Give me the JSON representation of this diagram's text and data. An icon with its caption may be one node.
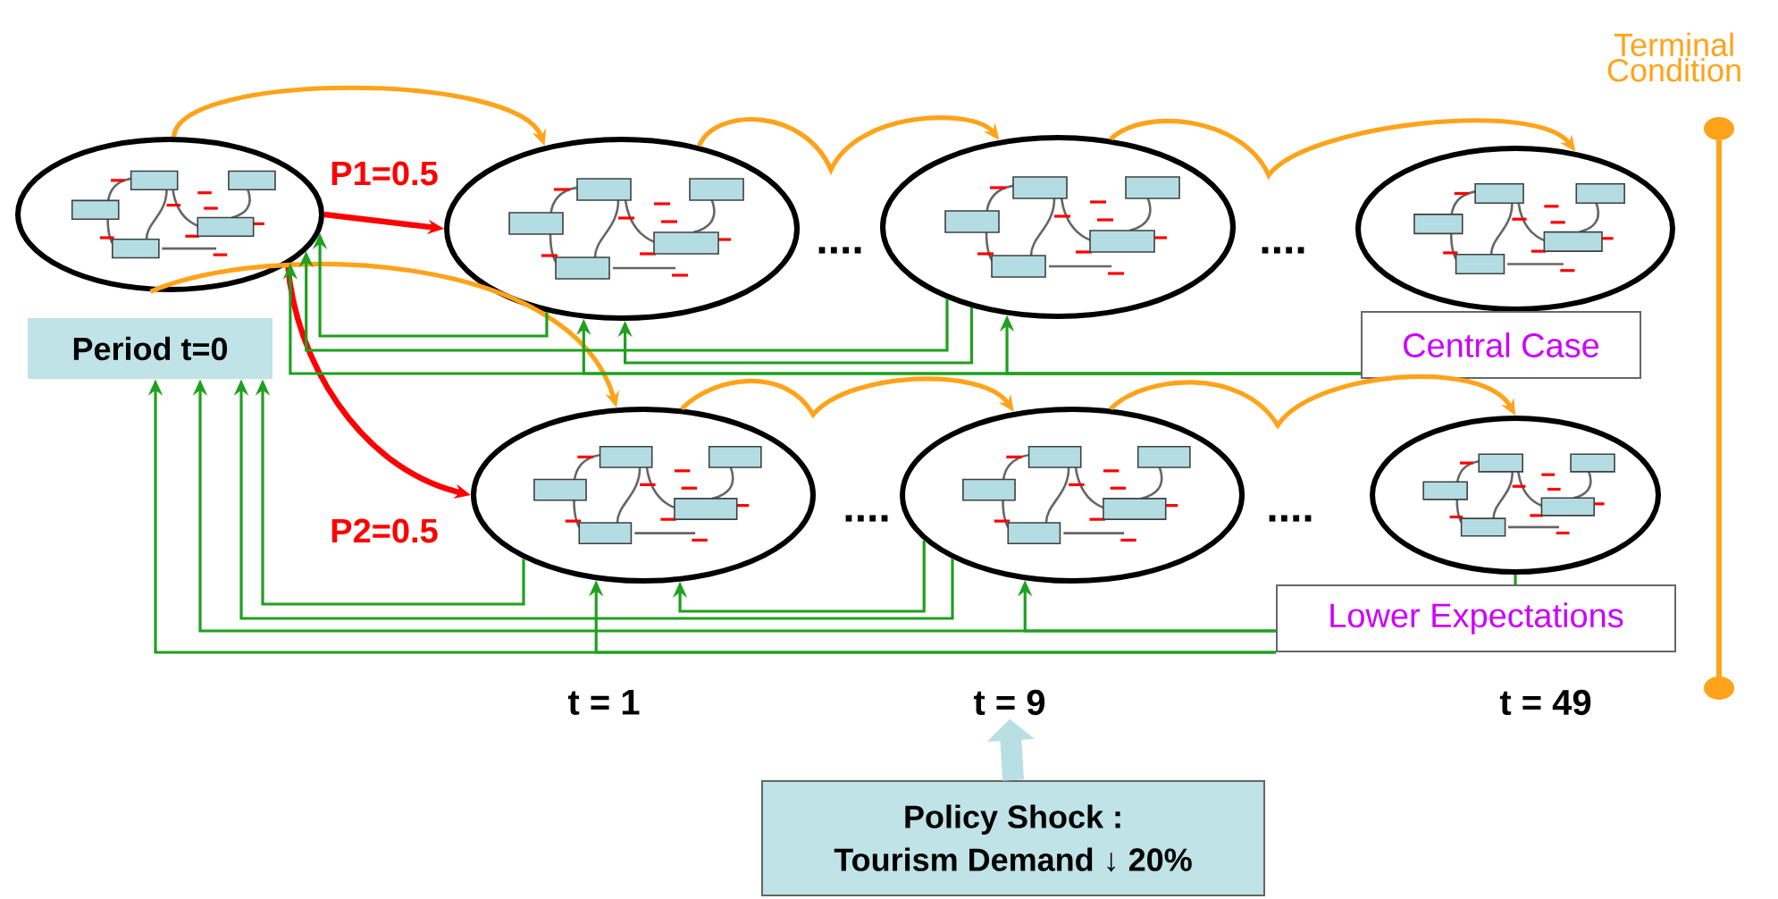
{
  "diagram": {
    "nodes": [
      {
        "text": [],
        "shape": "ellipse"
      },
      {
        "text": [],
        "shape": "ellipse"
      },
      {
        "text": [],
        "shape": "ellipse"
      },
      {
        "text": [],
        "shape": "ellipse"
      },
      {
        "text": [],
        "shape": "ellipse"
      },
      {
        "text": [],
        "shape": "ellipse"
      },
      {
        "text": [],
        "shape": "ellipse"
      },
      {
        "text": [
          "Period t=0"
        ]
      },
      {
        "text": [
          "Central Case"
        ]
      },
      {
        "text": [
          "Lower Expectations"
        ]
      },
      {
        "text": [
          "Policy Shock :",
          "Tourism Demand ↓ 20%"
        ]
      },
      {
        "text": [
          "t = 9"
        ]
      }
    ],
    "edges": [
      {
        "from": 0,
        "to": 1,
        "arrow": "to",
        "label": "P1=0.5",
        "style": "thick",
        "color": "#ff0000"
      },
      {
        "from": 0,
        "to": 4,
        "arrow": "to",
        "label": "P2=0.5",
        "style": "thick",
        "color": "#ff0000"
      },
      {
        "from": 0,
        "to": 1,
        "arrow": "to",
        "color": "#ffa31a"
      },
      {
        "from": 1,
        "to": 2,
        "arrow": "to",
        "color": "#ffa31a"
      },
      {
        "from": 2,
        "to": 3,
        "arrow": "to",
        "color": "#ffa31a"
      },
      {
        "from": 0,
        "to": 4,
        "arrow": "to",
        "color": "#ffa31a"
      },
      {
        "from": 4,
        "to": 5,
        "arrow": "to",
        "color": "#ffa31a"
      },
      {
        "from": 5,
        "to": 6,
        "arrow": "to",
        "color": "#ffa31a"
      },
      {
        "from": 1,
        "to": 0,
        "arrow": "to"
      },
      {
        "from": 2,
        "to": 0,
        "arrow": "to"
      },
      {
        "from": 2,
        "to": 1,
        "arrow": "to"
      },
      {
        "from": 8,
        "to": 0,
        "arrow": "to"
      },
      {
        "from": 8,
        "to": 1,
        "arrow": "to"
      },
      {
        "from": 8,
        "to": 2,
        "arrow": "to"
      },
      {
        "from": 4,
        "to": 7,
        "arrow": "to"
      },
      {
        "from": 5,
        "to": 7,
        "arrow": "to"
      },
      {
        "from": 5,
        "to": 4,
        "arrow": "to"
      },
      {
        "from": 9,
        "to": 7,
        "arrow": "to"
      },
      {
        "from": 9,
        "to": 7,
        "arrow": "to"
      },
      {
        "from": 9,
        "to": 4,
        "arrow": "to"
      },
      {
        "from": 9,
        "to": 5,
        "arrow": "to"
      },
      {
        "from": 6,
        "to": 9,
        "arrow": "none"
      },
      {
        "from": 10,
        "to": 11,
        "arrow": "to",
        "style": "thick",
        "color": "#b8e0e4"
      }
    ],
    "labels": [
      "Terminal Condition",
      "....",
      "....",
      "....",
      "....",
      "t = 1",
      "t = 49"
    ]
  }
}
